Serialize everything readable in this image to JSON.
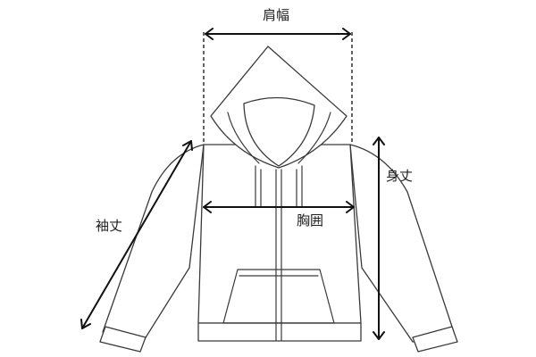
{
  "labels": {
    "shoulder_width": "肩幅",
    "chest": "胸囲",
    "body_length": "身丈",
    "sleeve_length": "袖丈"
  }
}
